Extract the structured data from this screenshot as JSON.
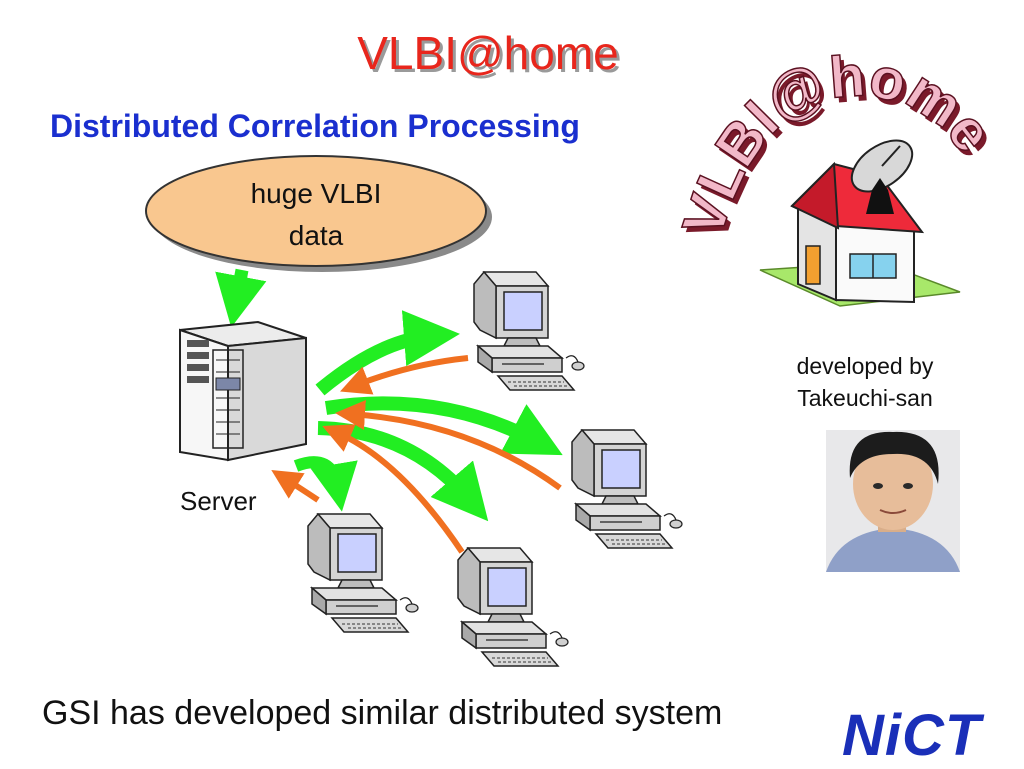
{
  "slide": {
    "title": "VLBI@home",
    "subtitle": "Distributed Correlation Processing",
    "bubble": {
      "line1": "huge VLBI",
      "line2": "data"
    },
    "server_label": "Server",
    "credit": {
      "line1": "developed by",
      "line2": "Takeuchi-san"
    },
    "bottom_text": "GSI has developed similar distributed system",
    "logo_text": "NiCT",
    "art_logo_text": "VLBI@home"
  },
  "colors": {
    "title": "#e8261c",
    "subtitle": "#1a2fcf",
    "bubble_fill": "#f9c78f",
    "send_arrow": "#22ee22",
    "return_arrow": "#f07020",
    "logo": "#1a2fb8"
  },
  "icons": [
    "server-icon",
    "computer-icon",
    "house-icon",
    "photo-portrait"
  ]
}
